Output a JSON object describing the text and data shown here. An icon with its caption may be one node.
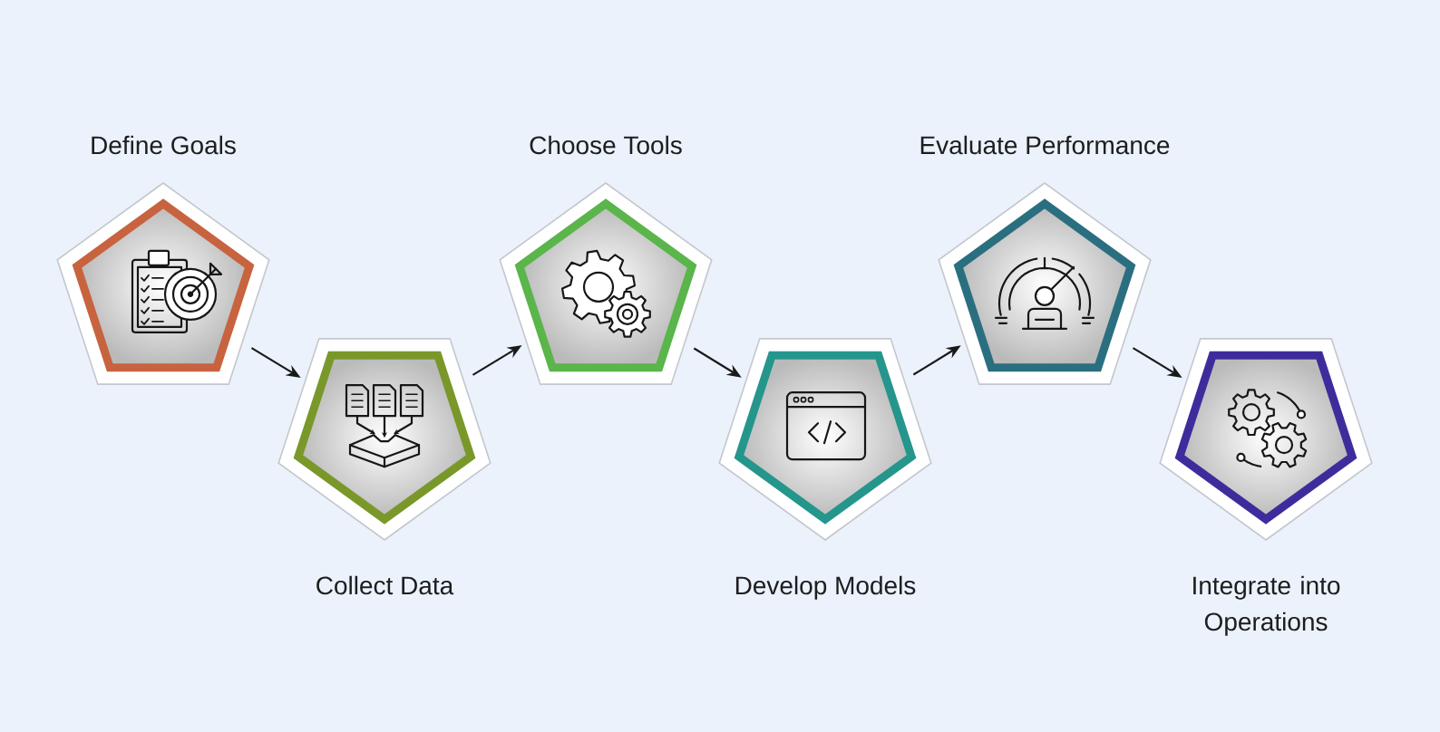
{
  "diagram": {
    "nodes": [
      {
        "text": [
          "Define Goals"
        ]
      },
      {
        "text": [
          "Collect Data"
        ]
      },
      {
        "text": [
          "Choose Tools"
        ]
      },
      {
        "text": [
          "Develop Models"
        ]
      },
      {
        "text": [
          "Evaluate Performance"
        ]
      },
      {
        "text": [
          "Integrate into Operations"
        ]
      }
    ],
    "edges": [
      {
        "from": 0,
        "to": 1,
        "arrow": "to"
      },
      {
        "from": 1,
        "to": 2,
        "arrow": "to"
      },
      {
        "from": 2,
        "to": 3,
        "arrow": "to"
      },
      {
        "from": 3,
        "to": 4,
        "arrow": "to"
      },
      {
        "from": 4,
        "to": 5,
        "arrow": "to"
      }
    ]
  }
}
